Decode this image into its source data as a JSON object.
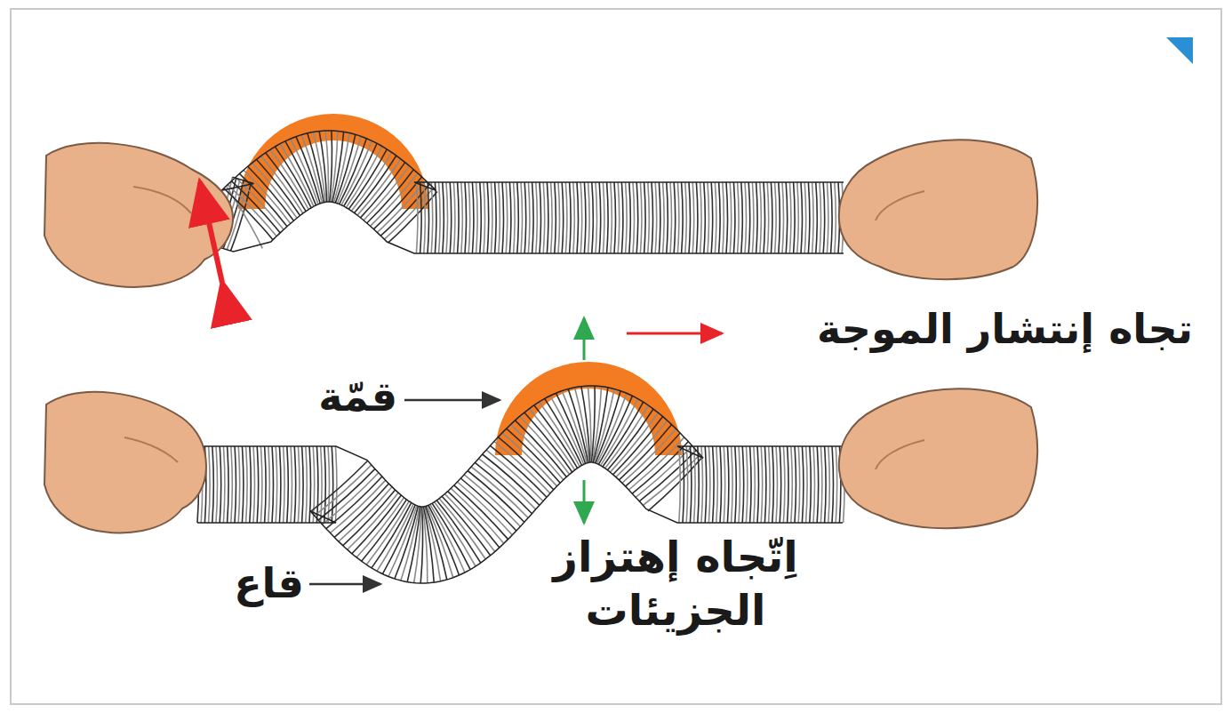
{
  "diagram": {
    "labels": [
      "تجاه إنتشار الموجة",
      "قمّة",
      "قاع",
      "اِتّجاه إهتزاز الجزيئات"
    ]
  }
}
